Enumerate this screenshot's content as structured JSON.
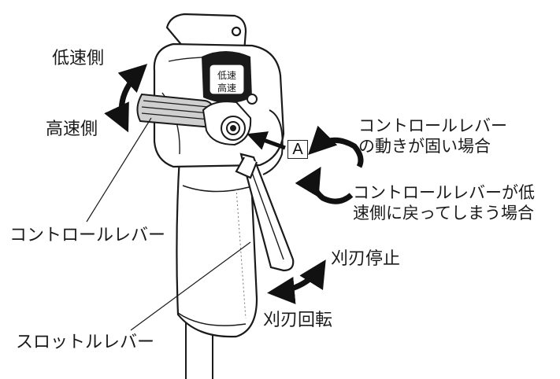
{
  "labels": {
    "low_speed": "低速側",
    "high_speed": "高速側",
    "control_lever": "コントロールレバー",
    "throttle_lever": "スロットルレバー",
    "marker_a": "A",
    "stiff_line1": "コントロールレバー",
    "stiff_line2": "の動きが固い場合",
    "returns_line1": "コントロールレバーが低",
    "returns_line2": "速側に戻ってしまう場合",
    "blade_stop": "刈刃停止",
    "blade_rotate": "刈刃回転"
  },
  "dial_text": {
    "left": "低速",
    "right": "高速"
  },
  "colors": {
    "ink": "#1a1a1a",
    "fill": "#ffffff",
    "shade": "#d9d9d9"
  }
}
